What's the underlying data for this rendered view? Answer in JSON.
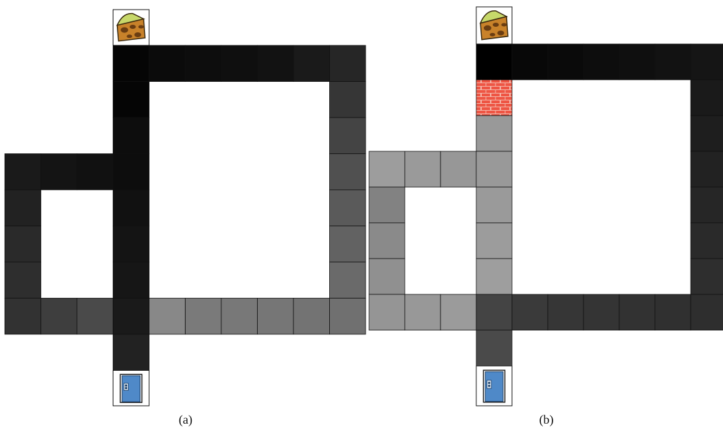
{
  "panels": [
    {
      "id": "a",
      "caption": "(a)",
      "goal_icon": "cheese-icon",
      "start_icon": "door-icon",
      "cells": [
        {
          "r": 0,
          "c": 3,
          "fill": "#050505"
        },
        {
          "r": 0,
          "c": 4,
          "fill": "#0b0b0b"
        },
        {
          "r": 0,
          "c": 5,
          "fill": "#0d0d0d"
        },
        {
          "r": 0,
          "c": 6,
          "fill": "#0f0f0f"
        },
        {
          "r": 0,
          "c": 7,
          "fill": "#121212"
        },
        {
          "r": 0,
          "c": 8,
          "fill": "#1a1a1a"
        },
        {
          "r": 0,
          "c": 9,
          "fill": "#262626"
        },
        {
          "r": 1,
          "c": 3,
          "fill": "#050505"
        },
        {
          "r": 1,
          "c": 9,
          "fill": "#363636"
        },
        {
          "r": 2,
          "c": 3,
          "fill": "#0d0d0d"
        },
        {
          "r": 2,
          "c": 9,
          "fill": "#444444"
        },
        {
          "r": 3,
          "c": 0,
          "fill": "#1a1a1a"
        },
        {
          "r": 3,
          "c": 1,
          "fill": "#141414"
        },
        {
          "r": 3,
          "c": 2,
          "fill": "#111111"
        },
        {
          "r": 3,
          "c": 3,
          "fill": "#0d0d0d"
        },
        {
          "r": 3,
          "c": 9,
          "fill": "#505050"
        },
        {
          "r": 4,
          "c": 0,
          "fill": "#222222"
        },
        {
          "r": 4,
          "c": 3,
          "fill": "#111111"
        },
        {
          "r": 4,
          "c": 9,
          "fill": "#5a5a5a"
        },
        {
          "r": 5,
          "c": 0,
          "fill": "#2a2a2a"
        },
        {
          "r": 5,
          "c": 3,
          "fill": "#141414"
        },
        {
          "r": 5,
          "c": 9,
          "fill": "#626262"
        },
        {
          "r": 6,
          "c": 0,
          "fill": "#2e2e2e"
        },
        {
          "r": 6,
          "c": 3,
          "fill": "#161616"
        },
        {
          "r": 6,
          "c": 9,
          "fill": "#6a6a6a"
        },
        {
          "r": 7,
          "c": 0,
          "fill": "#323232"
        },
        {
          "r": 7,
          "c": 1,
          "fill": "#3e3e3e"
        },
        {
          "r": 7,
          "c": 2,
          "fill": "#4a4a4a"
        },
        {
          "r": 7,
          "c": 3,
          "fill": "#1a1a1a"
        },
        {
          "r": 7,
          "c": 4,
          "fill": "#888888"
        },
        {
          "r": 7,
          "c": 5,
          "fill": "#7a7a7a"
        },
        {
          "r": 7,
          "c": 6,
          "fill": "#787878"
        },
        {
          "r": 7,
          "c": 7,
          "fill": "#767676"
        },
        {
          "r": 7,
          "c": 8,
          "fill": "#737373"
        },
        {
          "r": 7,
          "c": 9,
          "fill": "#707070"
        },
        {
          "r": 8,
          "c": 3,
          "fill": "#222222"
        }
      ]
    },
    {
      "id": "b",
      "caption": "(b)",
      "goal_icon": "cheese-icon",
      "start_icon": "door-icon",
      "cells": [
        {
          "r": 0,
          "c": 3,
          "fill": "#000000"
        },
        {
          "r": 0,
          "c": 4,
          "fill": "#080808"
        },
        {
          "r": 0,
          "c": 5,
          "fill": "#0a0a0a"
        },
        {
          "r": 0,
          "c": 6,
          "fill": "#0d0d0d"
        },
        {
          "r": 0,
          "c": 7,
          "fill": "#0f0f0f"
        },
        {
          "r": 0,
          "c": 8,
          "fill": "#121212"
        },
        {
          "r": 0,
          "c": 9,
          "fill": "#151515"
        },
        {
          "r": 1,
          "c": 3,
          "fill": "#e84a3a",
          "wall": true
        },
        {
          "r": 1,
          "c": 9,
          "fill": "#1a1a1a"
        },
        {
          "r": 2,
          "c": 3,
          "fill": "#999999"
        },
        {
          "r": 2,
          "c": 9,
          "fill": "#1e1e1e"
        },
        {
          "r": 3,
          "c": 0,
          "fill": "#9d9d9d"
        },
        {
          "r": 3,
          "c": 1,
          "fill": "#9a9a9a"
        },
        {
          "r": 3,
          "c": 2,
          "fill": "#979797"
        },
        {
          "r": 3,
          "c": 3,
          "fill": "#999999"
        },
        {
          "r": 3,
          "c": 9,
          "fill": "#222222"
        },
        {
          "r": 4,
          "c": 0,
          "fill": "#828282"
        },
        {
          "r": 4,
          "c": 3,
          "fill": "#9a9a9a"
        },
        {
          "r": 4,
          "c": 9,
          "fill": "#262626"
        },
        {
          "r": 5,
          "c": 0,
          "fill": "#8a8a8a"
        },
        {
          "r": 5,
          "c": 3,
          "fill": "#9c9c9c"
        },
        {
          "r": 5,
          "c": 9,
          "fill": "#2a2a2a"
        },
        {
          "r": 6,
          "c": 0,
          "fill": "#909090"
        },
        {
          "r": 6,
          "c": 3,
          "fill": "#9e9e9e"
        },
        {
          "r": 6,
          "c": 9,
          "fill": "#2e2e2e"
        },
        {
          "r": 7,
          "c": 0,
          "fill": "#959595"
        },
        {
          "r": 7,
          "c": 1,
          "fill": "#989898"
        },
        {
          "r": 7,
          "c": 2,
          "fill": "#9b9b9b"
        },
        {
          "r": 7,
          "c": 3,
          "fill": "#444444"
        },
        {
          "r": 7,
          "c": 4,
          "fill": "#3a3a3a"
        },
        {
          "r": 7,
          "c": 5,
          "fill": "#363636"
        },
        {
          "r": 7,
          "c": 6,
          "fill": "#343434"
        },
        {
          "r": 7,
          "c": 7,
          "fill": "#323232"
        },
        {
          "r": 7,
          "c": 8,
          "fill": "#303030"
        },
        {
          "r": 7,
          "c": 9,
          "fill": "#2e2e2e"
        },
        {
          "r": 8,
          "c": 3,
          "fill": "#4a4a4a"
        }
      ]
    }
  ]
}
